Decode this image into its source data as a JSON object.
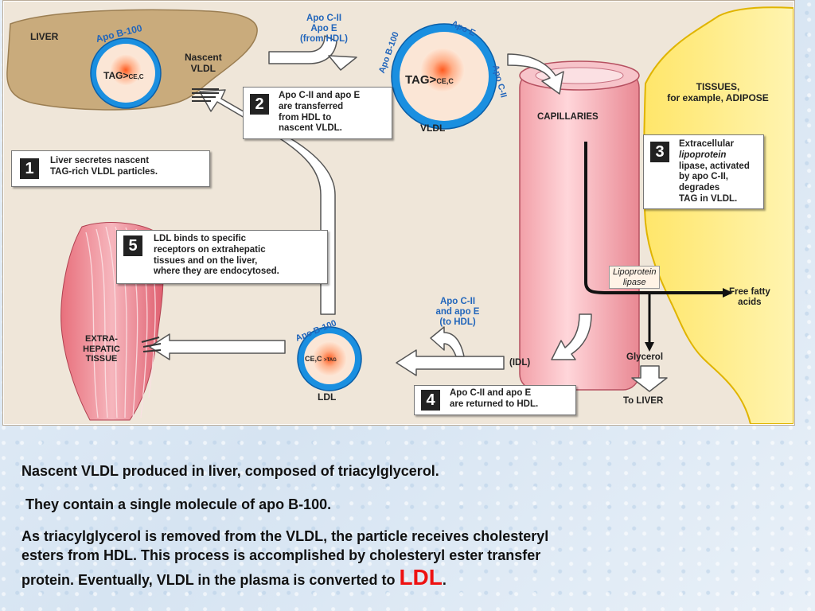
{
  "diagram": {
    "liver_label": "LIVER",
    "nascent_vldl": [
      "Nascent",
      "VLDL"
    ],
    "apo_b100_top": "Apo B-100",
    "tag_top_main": "TAG>",
    "tag_top_sub": "CE,C",
    "apo_in": [
      "Apo C-II",
      "Apo E",
      "(from HDL)"
    ],
    "vldl_apo_b100": "Apo B-100",
    "vldl_apo_e": "Apo E",
    "vldl_apo_cii": "Apo C-II",
    "vldl_tag_main": "TAG>",
    "vldl_tag_sub": "CE,C",
    "vldl_label": "VLDL",
    "tissues": [
      "TISSUES,",
      "for example, ADIPOSE"
    ],
    "capillaries": "CAPILLARIES",
    "lipase": [
      "Lipoprotein",
      "lipase"
    ],
    "free_fatty": [
      "Free fatty",
      "acids"
    ],
    "glycerol": "Glycerol",
    "to_liver": "To LIVER",
    "idl": "(IDL)",
    "apo_out": [
      "Apo C-II",
      "and apo E",
      "(to HDL)"
    ],
    "ldl_apo_b100": "Apo B-100",
    "ldl_core_main": "CE,C",
    "ldl_core_sub": ">TAG",
    "ldl_label": "LDL",
    "extrahepatic": [
      "EXTRA-",
      "HEPATIC",
      "TISSUE"
    ]
  },
  "steps": [
    {
      "num": "1",
      "lines": [
        "Liver secretes nascent",
        "TAG-rich VLDL particles."
      ]
    },
    {
      "num": "2",
      "lines": [
        "Apo C-II and apo E",
        "are transferred",
        "from HDL to",
        "nascent VLDL."
      ]
    },
    {
      "num": "3",
      "lines": [
        "Extracellular",
        "lipoprotein",
        "lipase, activated",
        "by apo C-II,",
        "degrades",
        "TAG in VLDL."
      ]
    },
    {
      "num": "4",
      "lines": [
        "Apo C-II and apo E",
        "are returned to HDL."
      ]
    },
    {
      "num": "5",
      "lines": [
        "LDL binds to specific",
        "receptors on extrahepatic",
        "tissues and on the liver,",
        "where they are endocytosed."
      ]
    }
  ],
  "captions": {
    "line1": "Nascent VLDL  produced in liver, composed of triacylglycerol.",
    "line2": " They contain a single molecule of apo B-100.",
    "line3a": "As triacylglycerol is removed from the VLDL, the particle receives cholesteryl",
    "line3b": "esters from HDL. This process is accomplished by cholesteryl ester transfer",
    "line3c": "protein. Eventually, VLDL in the plasma is converted to ",
    "ldl_word": "LDL",
    "period": "."
  },
  "colors": {
    "accent_red": "#ee1111",
    "apo_blue": "#2266bb",
    "particle_blue": "#1a8fe0"
  }
}
